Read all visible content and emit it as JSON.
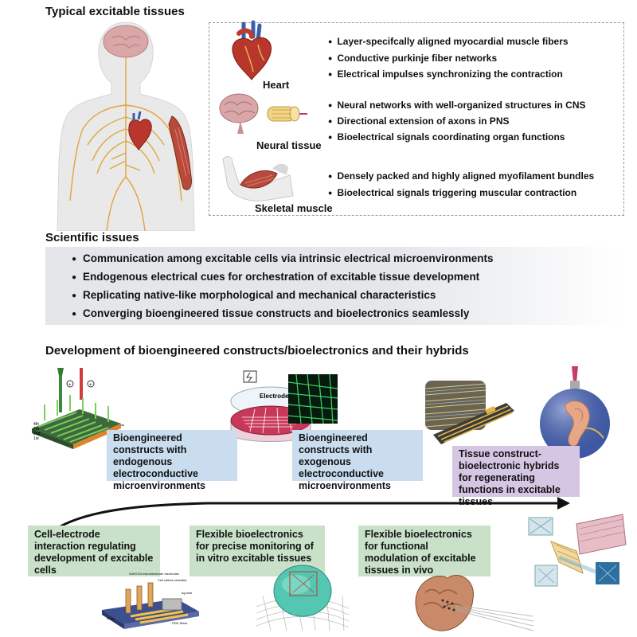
{
  "sections": {
    "typical": "Typical excitable tissues",
    "scientific": "Scientific issues",
    "development": "Development of bioengineered constructs/bioelectronics and their hybrids"
  },
  "tissues": {
    "heart": {
      "label": "Heart",
      "points": [
        "Layer-specifcally aligned myocardial muscle fibers",
        "Conductive purkinje fiber networks",
        "Electrical impulses synchronizing the contraction"
      ]
    },
    "neural": {
      "label": "Neural tissue",
      "points": [
        "Neural networks with well-organized structures in CNS",
        "Directional extension of axons in PNS",
        "Bioelectrical signals coordinating organ functions"
      ]
    },
    "skeletal": {
      "label": "Skeletal muscle",
      "points": [
        "Densely packed and highly aligned myofilament bundles",
        "Bioelectrical signals triggering muscular contraction"
      ]
    }
  },
  "scientific_issues": [
    "Communication among excitable cells via intrinsic electrical microenvironments",
    "Endogenous electrical cues for orchestration of excitable tissue development",
    "Replicating native-like morphological and mechanical characteristics",
    "Converging bioengineered tissue constructs and bioelectronics seamlessly"
  ],
  "upper_boxes": [
    "Bioengineered constructs with endogenous electroconductive microenvironments",
    "Bioengineered constructs with exogenous electroconductive microenvironments",
    "Tissue construct-bioelectronic hybrids for regenerating functions in excitable tissues"
  ],
  "lower_boxes": [
    "Cell-electrode interaction regulating development of excitable cells",
    "Flexible bioelectronics for precise monitoring of in vitro excitable tissues",
    "Flexible bioelectronics for functional modulation of excitable tissues in vivo"
  ],
  "figure_labels": {
    "electrodes": "Electrodes",
    "layers": [
      "4th",
      "3rd",
      "2nd",
      "1st"
    ],
    "plus": "+",
    "chip_labels": [
      "Soft E1N microelectrode electrodes",
      "Cell culture chamber",
      "Ag wire",
      "Glass",
      "PDE-Skins"
    ]
  },
  "colors": {
    "blue_box": "#c9ddef",
    "purple_box": "#d5c6e3",
    "green_box": "#c8e1c8",
    "issues_band": "#e4e6ea",
    "nerve": "#e0a53c",
    "skin": "#ececec",
    "muscle": "#b84a3c"
  }
}
